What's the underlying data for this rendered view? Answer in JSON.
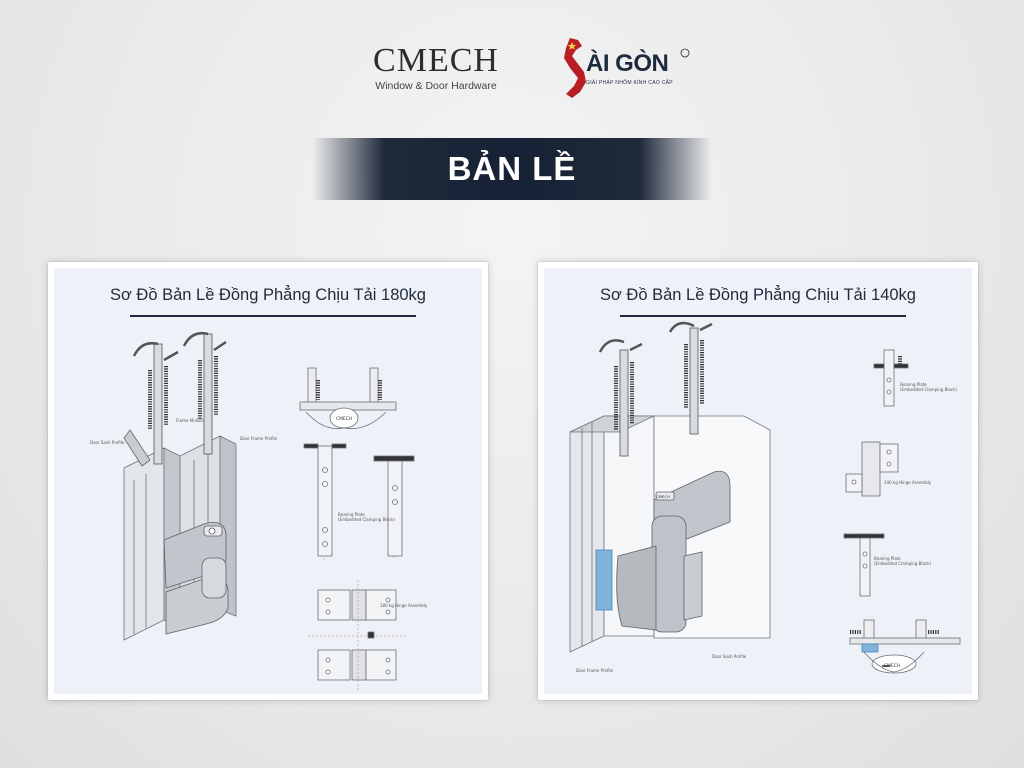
{
  "brand": {
    "cmech_name": "CMECH",
    "cmech_sub": "Window & Door Hardware",
    "saigon_name": "ÀI GÒN",
    "saigon_tag": "GIẢI PHÁP NHÔM KÍNH CAO CẤP"
  },
  "banner": {
    "title": "BẢN LỀ"
  },
  "panels": [
    {
      "title": "Sơ Đồ Bản Lề Đồng Phẳng Chịu Tải 180kg",
      "labels": {
        "frame_mullion": "Frame Mullion",
        "door_sash": "Door Sash Profile",
        "door_frame": "Door Frame Profile",
        "bearing_plate": "Bearing Plate",
        "bearing_plate_sub": "(Embedded Clamping Block)",
        "hinge_assembly": "180 kg Hinge Assembly",
        "logo": "CMECH"
      }
    },
    {
      "title": "Sơ Đồ Bản Lề Đồng Phẳng Chịu Tải 140kg",
      "labels": {
        "door_frame": "Door Frame Profile",
        "door_sash": "Door Sash Profile",
        "bearing_plate": "Bearing Plate",
        "bearing_plate_sub": "(Embedded Clamping Block)",
        "hinge_assembly": "140 kg Hinge Assembly",
        "logo": "CMECH"
      }
    }
  ],
  "colors": {
    "navy": "#1f2a3c",
    "panel_bg": "#eef2f8",
    "metal": "#c9ccd1"
  }
}
